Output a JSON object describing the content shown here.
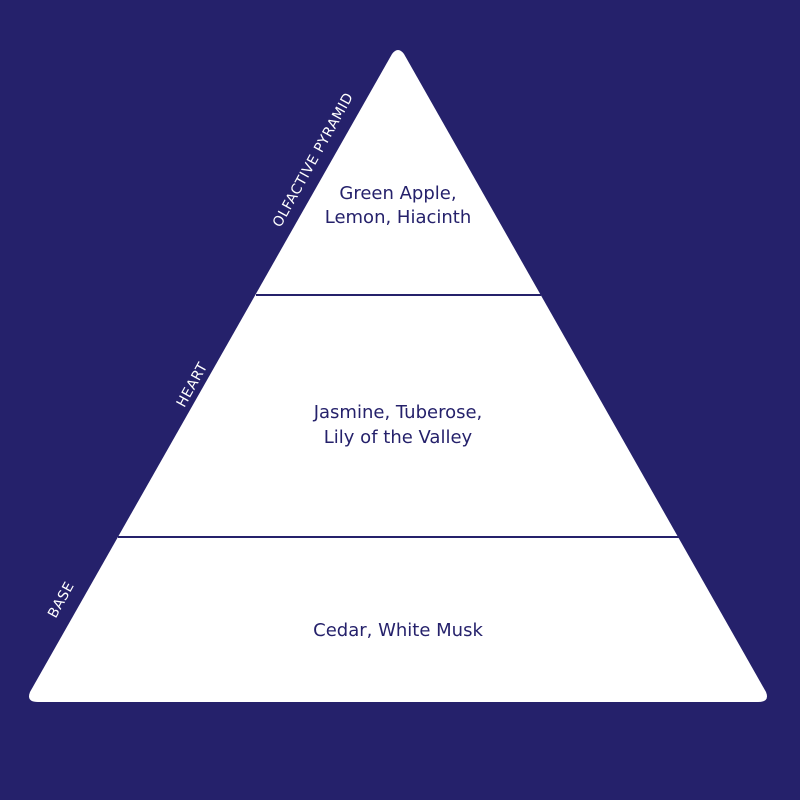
{
  "diagram": {
    "colors": {
      "background": "#25216b",
      "pyramid": "#ffffff",
      "text": "#25216b",
      "label": "#ffffff"
    },
    "tiers": [
      {
        "side_label": "OLFACTIVE PYRAMID",
        "lines": [
          "Green Apple,",
          "Lemon, Hiacinth"
        ]
      },
      {
        "side_label": "HEART",
        "lines": [
          "Jasmine, Tuberose,",
          "Lily of the Valley"
        ]
      },
      {
        "side_label": "BASE",
        "lines": [
          "Cedar, White Musk"
        ]
      }
    ]
  }
}
